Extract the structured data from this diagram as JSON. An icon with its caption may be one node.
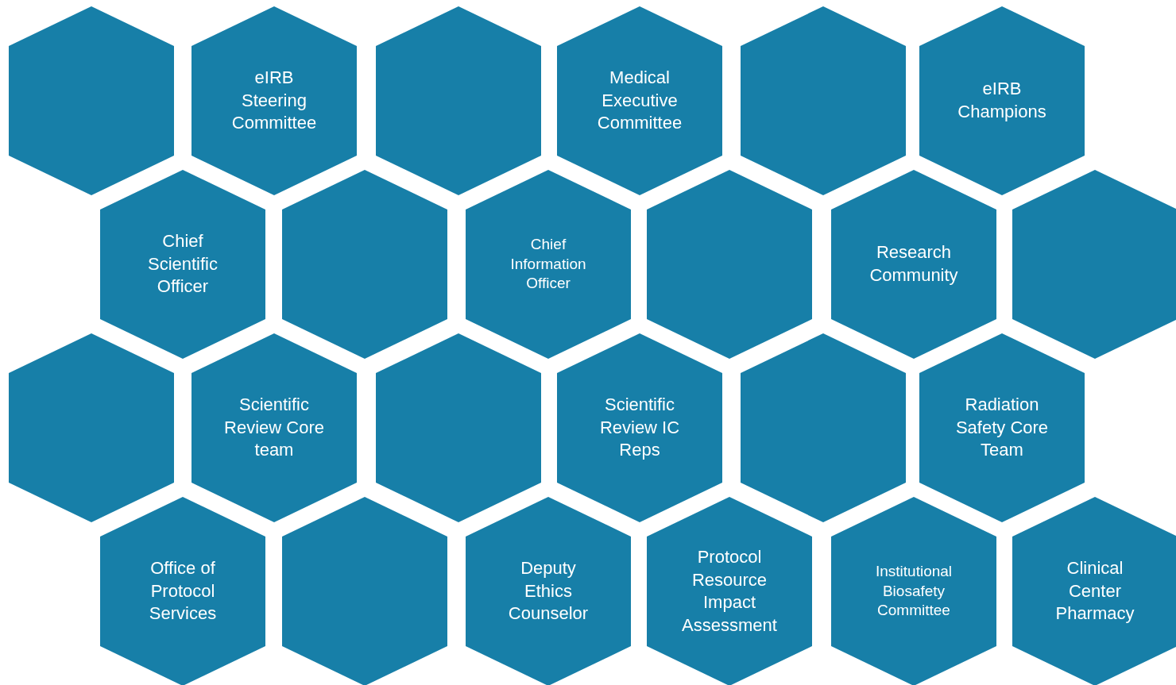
{
  "diagram": {
    "nodes": [
      {
        "text": [],
        "shape": "hexagon"
      },
      {
        "text": [
          "eIRB Steering Committee"
        ]
      },
      {
        "text": [],
        "shape": "hexagon"
      },
      {
        "text": [
          "Medical Executive Committee"
        ]
      },
      {
        "text": [],
        "shape": "hexagon"
      },
      {
        "text": [
          "eIRB Champions"
        ]
      },
      {
        "text": [
          "Chief Scientific Officer"
        ]
      },
      {
        "text": [],
        "shape": "hexagon"
      },
      {
        "text": [
          "Chief Information Officer"
        ]
      },
      {
        "text": [],
        "shape": "hexagon"
      },
      {
        "text": [
          "Research Community"
        ]
      },
      {
        "text": [],
        "shape": "hexagon"
      },
      {
        "text": [],
        "shape": "hexagon"
      },
      {
        "text": [
          "Scientific Review Core team"
        ]
      },
      {
        "text": [],
        "shape": "hexagon"
      },
      {
        "text": [
          "Scientific Review IC Reps"
        ]
      },
      {
        "text": [],
        "shape": "hexagon"
      },
      {
        "text": [
          "Radiation Safety Core Team"
        ]
      },
      {
        "text": [
          "Office of Protocol Services"
        ]
      },
      {
        "text": [],
        "shape": "hexagon"
      },
      {
        "text": [
          "Deputy Ethics Counselor"
        ]
      },
      {
        "text": [
          "Protocol Resource Impact Assessment"
        ]
      },
      {
        "text": [
          "Institutional Biosafety Committee"
        ]
      },
      {
        "text": [
          "Clinical Center Pharmacy"
        ]
      }
    ]
  }
}
